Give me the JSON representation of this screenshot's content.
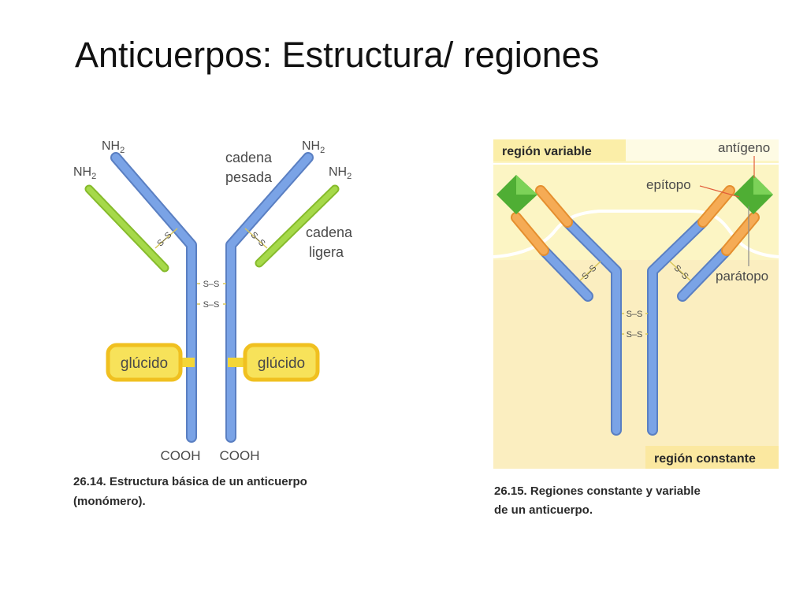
{
  "slide": {
    "title": "Anticuerpos: Estructura/ regiones"
  },
  "figure1": {
    "nh2": "NH",
    "nh2_sub": "2",
    "heavy_chain_line1": "cadena",
    "heavy_chain_line2": "pesada",
    "light_chain_line1": "cadena",
    "light_chain_line2": "ligera",
    "disulfide": "S–S",
    "glucido": "glúcido",
    "cooh": "COOH",
    "caption_line1": "26.14. Estructura básica de un anticuerpo",
    "caption_line2": "(monómero)."
  },
  "figure2": {
    "variable_region": "región variable",
    "constant_region": "región constante",
    "antigen": "antígeno",
    "epitope": "epítopo",
    "paratope": "parátopo",
    "disulfide": "S–S",
    "caption_line1": "26.15. Regiones constante y variable",
    "caption_line2": "de un anticuerpo."
  },
  "colors": {
    "heavy_chain": "#6f9be0",
    "light_chain": "#9fd23f",
    "glucido_fill": "#f7e25a",
    "glucido_border": "#f0c020",
    "variable_orange": "#f2a24a",
    "antigen_green": "#5dbb3e",
    "panel_light": "#fdf7c8",
    "panel_mid": "#fbeeb0"
  }
}
